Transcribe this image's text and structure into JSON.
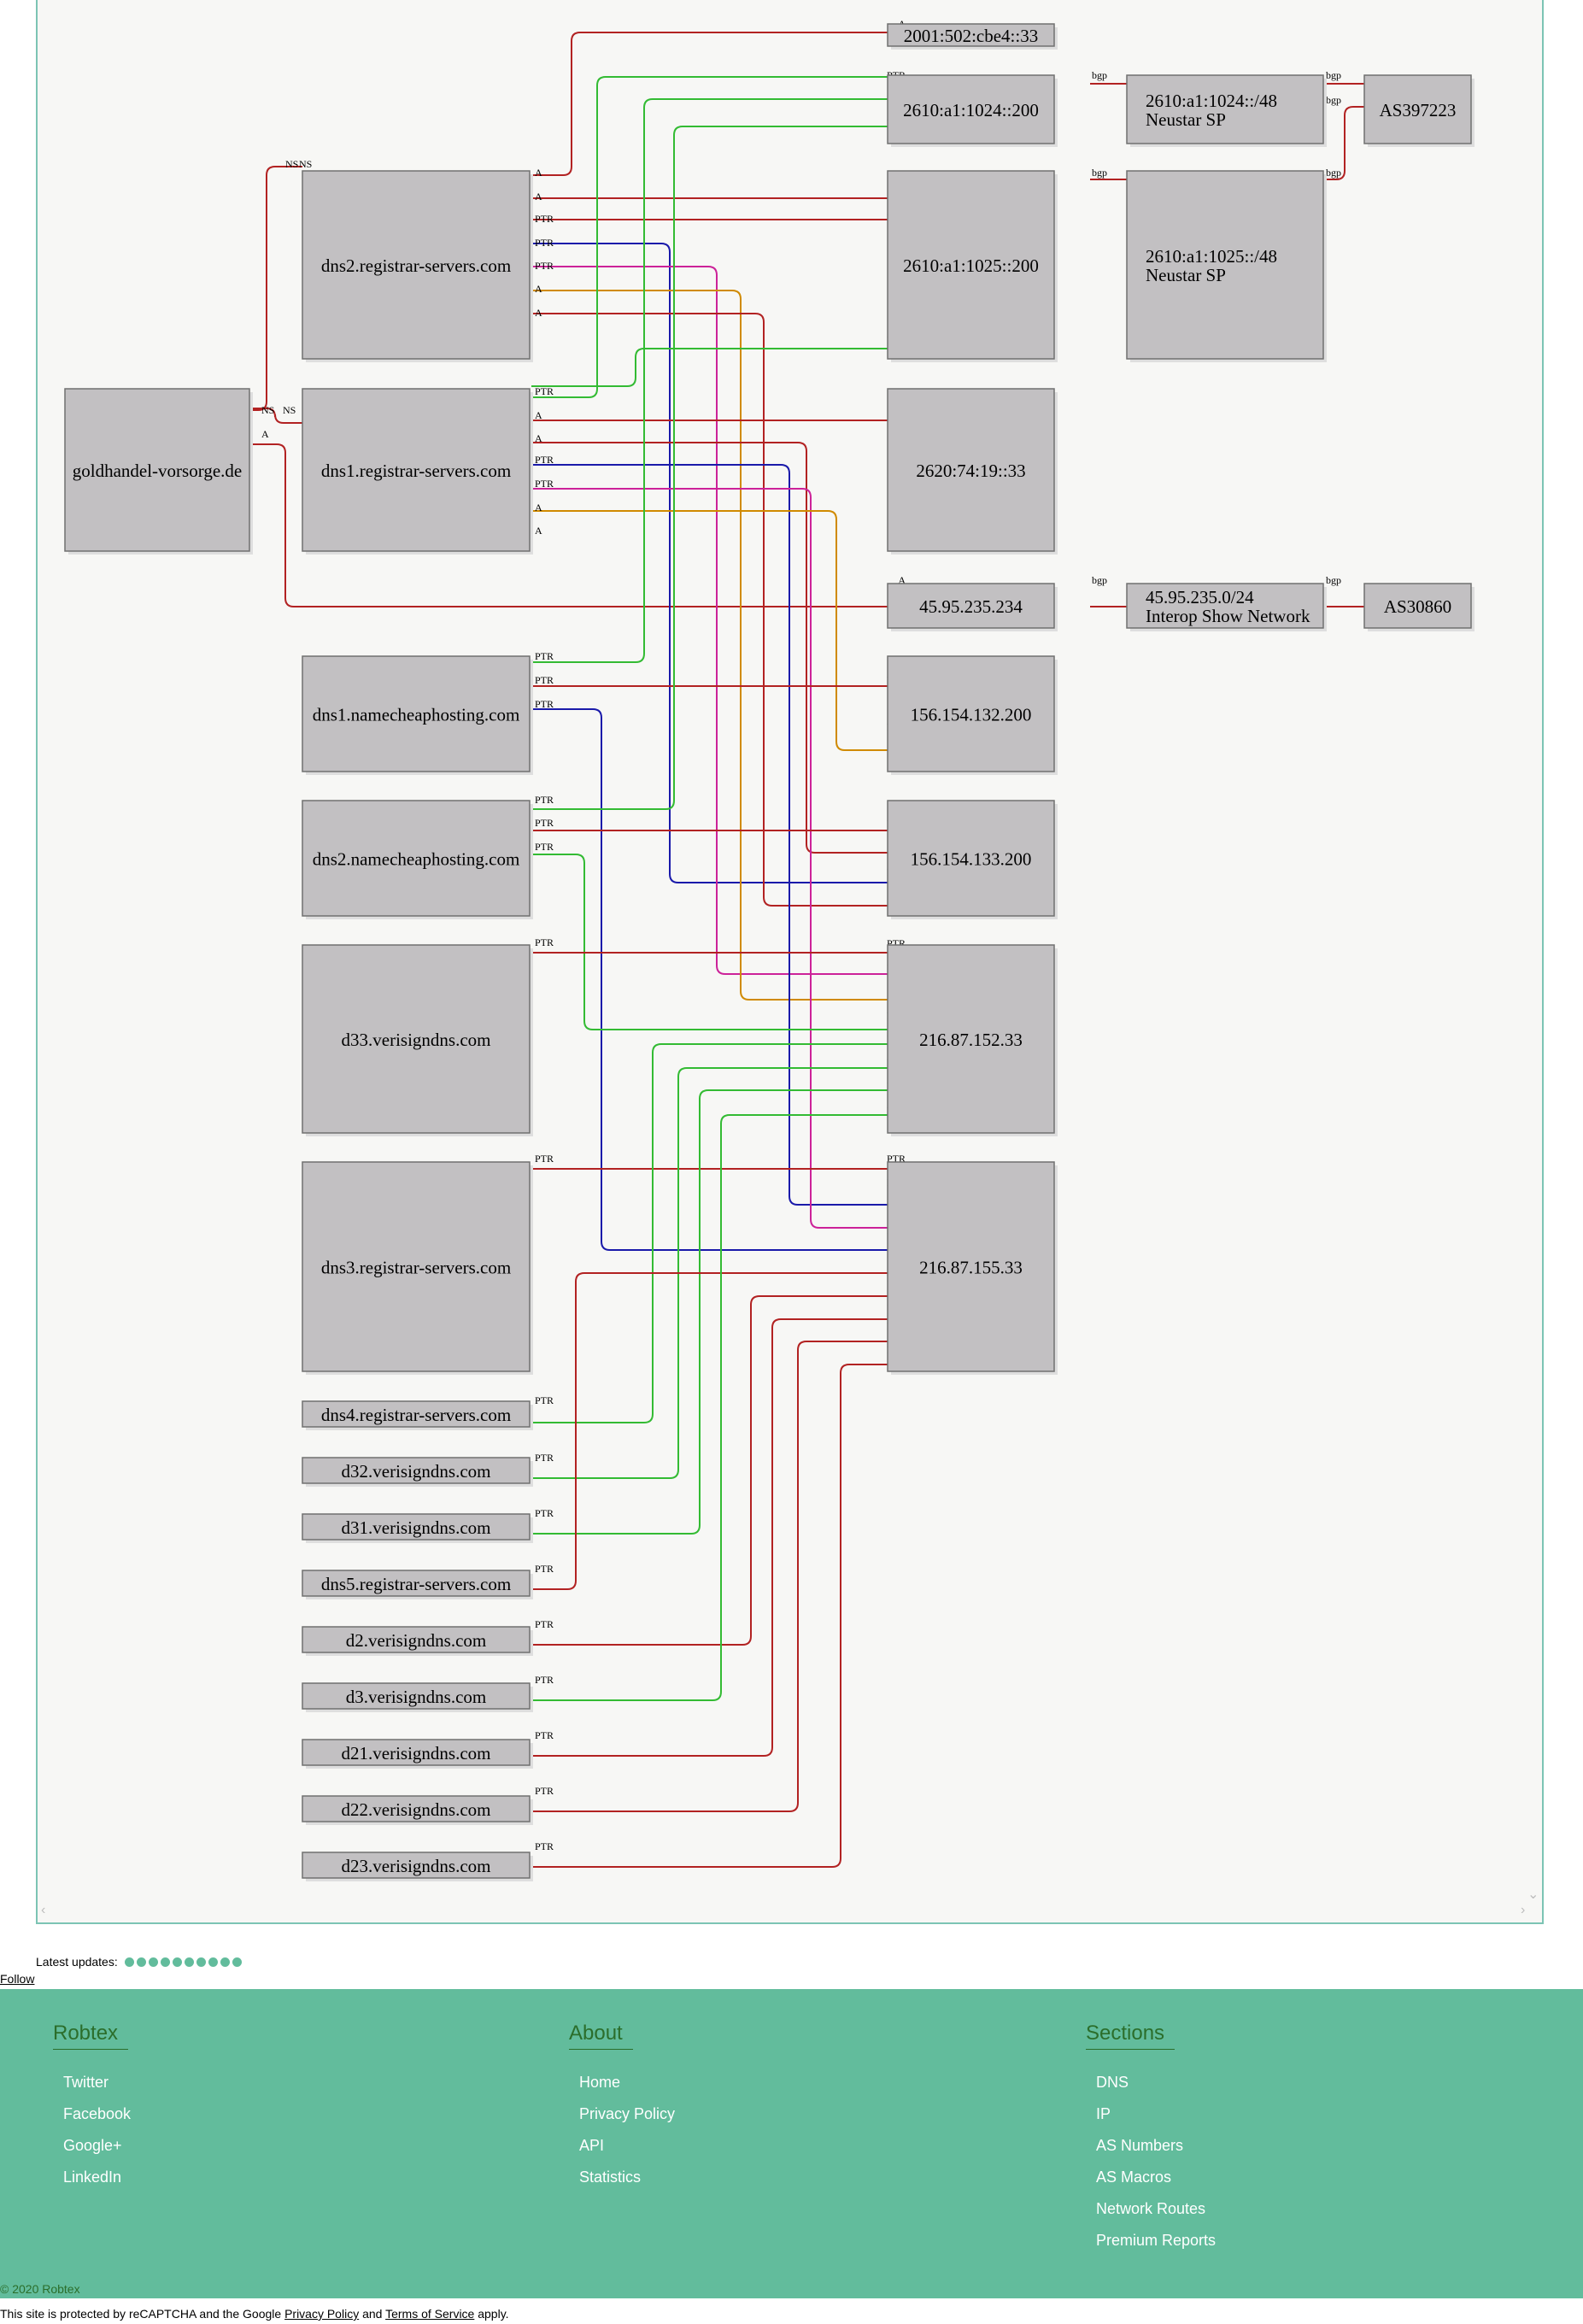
{
  "graph": {
    "nodes": {
      "domain": "goldhandel-vorsorge.de",
      "ns_dns2rs": "dns2.registrar-servers.com",
      "ns_dns1rs": "dns1.registrar-servers.com",
      "dns1nch": "dns1.namecheaphosting.com",
      "dns2nch": "dns2.namecheaphosting.com",
      "d33": "d33.verisigndns.com",
      "dns3rs": "dns3.registrar-servers.com",
      "dns4rs": "dns4.registrar-servers.com",
      "d32": "d32.verisigndns.com",
      "d31": "d31.verisigndns.com",
      "dns5rs": "dns5.registrar-servers.com",
      "d2": "d2.verisigndns.com",
      "d3": "d3.verisigndns.com",
      "d21": "d21.verisigndns.com",
      "d22": "d22.verisigndns.com",
      "d23": "d23.verisigndns.com",
      "ip_2001": "2001:502:cbe4::33",
      "ip_2610_1024": "2610:a1:1024::200",
      "ip_2610_1025": "2610:a1:1025::200",
      "ip_2620": "2620:74:19::33",
      "ip_45": "45.95.235.234",
      "ip_156_132": "156.154.132.200",
      "ip_156_133": "156.154.133.200",
      "ip_216_152": "216.87.152.33",
      "ip_216_155": "216.87.155.33",
      "net_2610_1024": [
        "2610:a1:1024::/48",
        "Neustar SP"
      ],
      "net_2610_1025": [
        "2610:a1:1025::/48",
        "Neustar SP"
      ],
      "net_45": [
        "45.95.235.0/24",
        "Interop Show Network"
      ],
      "as_397223": "AS397223",
      "as_30860": "AS30860"
    },
    "edge_labels": {
      "ns": "NS",
      "a": "A",
      "ptr": "PTR",
      "bgp": "bgp"
    },
    "colors": {
      "a": "#b22222",
      "ptr_green": "#33bb33",
      "blue": "#1a1aaa",
      "magenta": "#cc2299",
      "orange": "#d08a00",
      "node_fill": "#c2c0c2"
    }
  },
  "latest_updates": {
    "label": "Latest updates:",
    "count": 10
  },
  "follow": "Follow",
  "footer": {
    "columns": [
      {
        "title": "Robtex",
        "items": [
          "Twitter",
          "Facebook",
          "Google+",
          "LinkedIn"
        ]
      },
      {
        "title": "About",
        "items": [
          "Home",
          "Privacy Policy",
          "API",
          "Statistics"
        ]
      },
      {
        "title": "Sections",
        "items": [
          "DNS",
          "IP",
          "AS Numbers",
          "AS Macros",
          "Network Routes",
          "Premium Reports"
        ]
      }
    ],
    "copyright": "© 2020 Robtex"
  },
  "captcha": {
    "prefix": "This site is protected by reCAPTCHA and the Google",
    "privacy": "Privacy Policy",
    "and": "and",
    "terms": "Terms of Service",
    "suffix": "apply."
  }
}
